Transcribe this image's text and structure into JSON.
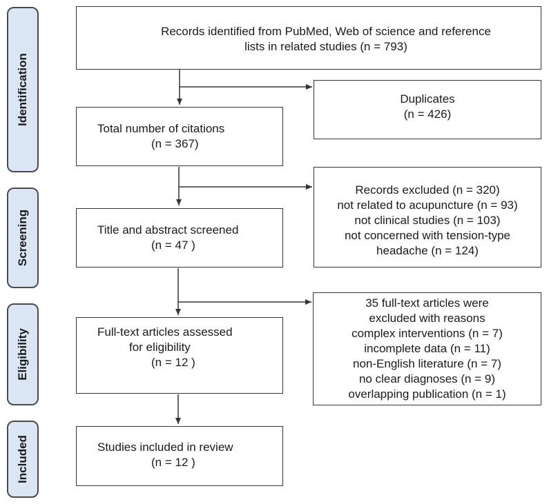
{
  "stages": {
    "identification": "Identification",
    "screening": "Screening",
    "eligibility": "Eligibility",
    "included": "Included"
  },
  "boxes": {
    "records_identified": [
      "Records identified from PubMed, Web of science and reference",
      "lists in related studies (n = 793)"
    ],
    "duplicates": [
      "Duplicates",
      "(n = 426)"
    ],
    "total_citations": [
      "Total number of citations",
      "(n = 367)"
    ],
    "records_excluded": [
      "Records excluded (n = 320)",
      "not related to acupuncture (n = 93)",
      "not clinical studies (n = 103)",
      "not concerned with tension-type",
      "headache (n = 124)"
    ],
    "title_abstract": [
      "Title and abstract screened",
      "(n = 47 )"
    ],
    "fulltext_excluded": [
      "35 full-text articles were",
      "excluded with reasons",
      "complex interventions (n = 7)",
      "incomplete data (n = 11)",
      "non-English literature (n = 7)",
      "no clear diagnoses (n = 9)",
      "overlapping publication (n = 1)"
    ],
    "fulltext_assessed": [
      "Full-text articles assessed",
      "for eligibility",
      "(n = 12 )"
    ],
    "included": [
      "Studies included in review",
      "(n = 12 )"
    ]
  },
  "colors": {
    "stage_fill": "#dbe6f5",
    "stroke": "#333333"
  }
}
